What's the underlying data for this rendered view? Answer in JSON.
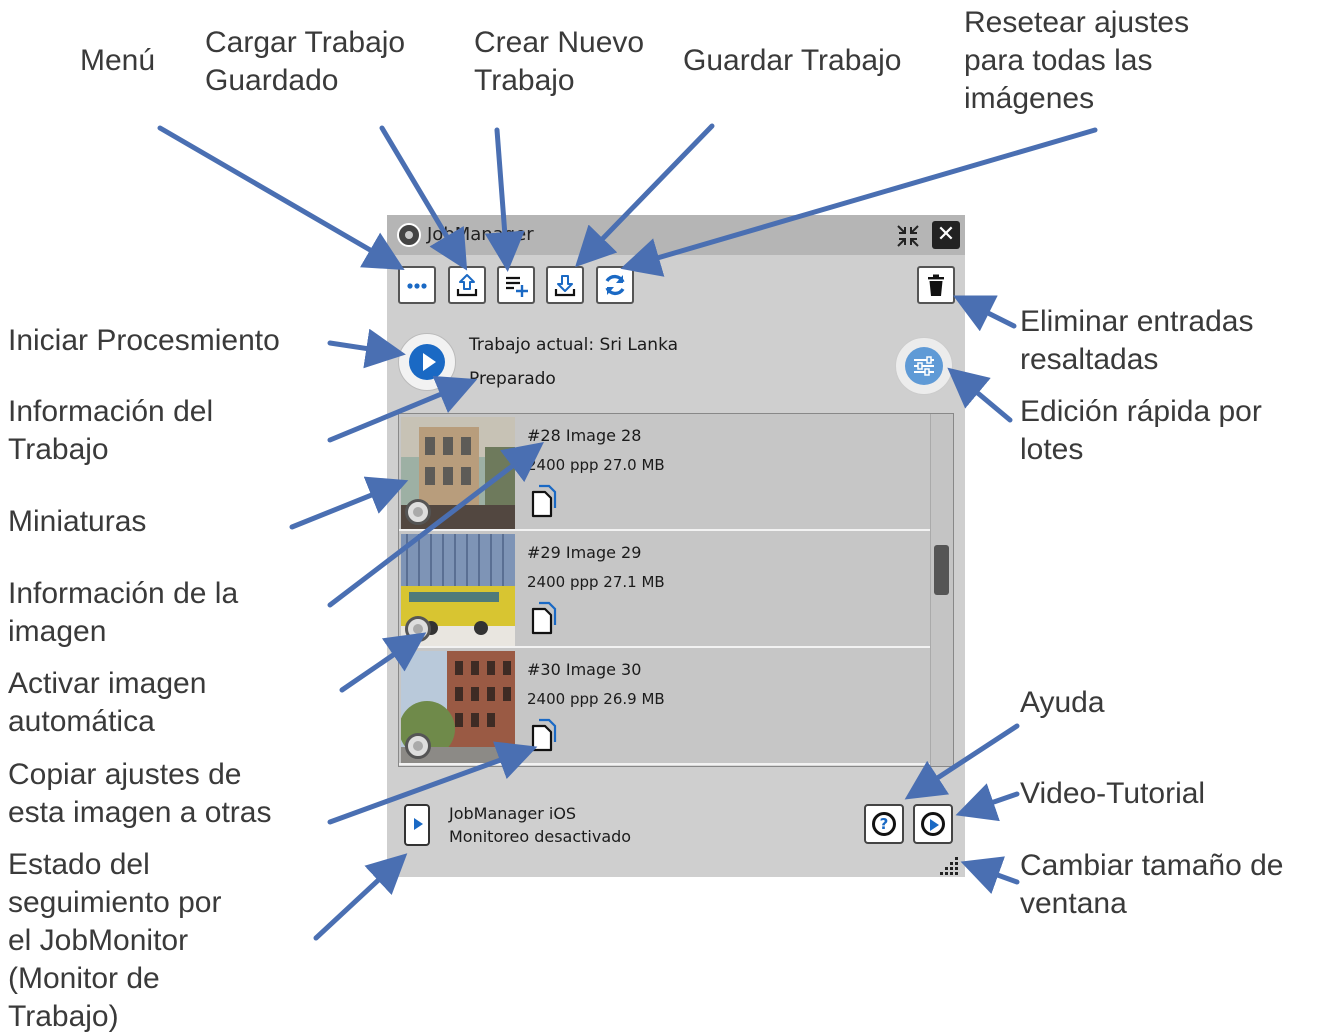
{
  "window": {
    "title": "JobManager",
    "toolbar": [
      "menu-icon",
      "upload-icon",
      "new-job-icon",
      "save-icon",
      "refresh-icon",
      "trash-icon"
    ],
    "current_job_label": "Trabajo actual: Sri Lanka",
    "job_status": "Preparado",
    "images": [
      {
        "title": "#28 Image 28",
        "info": "2400 ppp   27.0 MB"
      },
      {
        "title": "#29 Image 29",
        "info": "2400 ppp   27.1 MB"
      },
      {
        "title": "#30 Image 30",
        "info": "2400 ppp   26.9 MB"
      }
    ],
    "ios_label": "JobManager iOS",
    "ios_status": "Monitoreo desactivado",
    "accent_color": "#1a69c4"
  },
  "annotations": {
    "menu": "Menú",
    "load": "Cargar Trabajo\nGuardado",
    "new": "Crear Nuevo\nTrabajo",
    "save": "Guardar Trabajo",
    "reset": "Resetear ajustes\npara todas las\nimágenes",
    "delete": "Eliminar entradas\nresaltadas",
    "batch": "Edición rápida por\nlotes",
    "start": "Iniciar Procesmiento",
    "job_info": "Información del\nTrabajo",
    "thumbs": "Miniaturas",
    "img_info": "Información de la\nimagen",
    "auto": "Activar imagen\nautomática",
    "copy": "Copiar ajustes de\nesta imagen a otras",
    "monitor": "Estado del\nseguimiento por\nel JobMonitor\n(Monitor de\nTrabajo)",
    "help": "Ayuda",
    "video": "Video-Tutorial",
    "resize": "Cambiar tamaño de\nventana"
  }
}
